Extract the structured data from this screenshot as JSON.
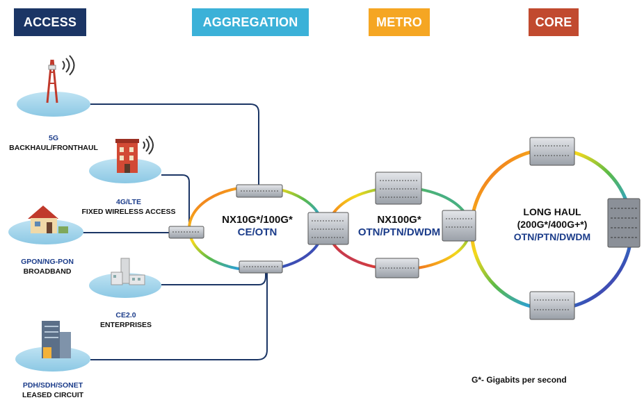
{
  "headers": {
    "access": "ACCESS",
    "aggregation": "AGGREGATION",
    "metro": "METRO",
    "core": "CORE"
  },
  "access_sites": [
    {
      "top": "5G",
      "bottom": "BACKHAUL/FRONTHAUL",
      "icon": "cell-tower-icon"
    },
    {
      "top": "4G/LTE",
      "bottom": "FIXED WIRELESS ACCESS",
      "icon": "building-wireless-icon"
    },
    {
      "top": "GPON/NG-PON",
      "bottom": "BROADBAND",
      "icon": "house-icon"
    },
    {
      "top": "CE2.0",
      "bottom": "ENTERPRISES",
      "icon": "office-complex-icon"
    },
    {
      "top": "PDH/SDH/SONET",
      "bottom": "LEASED CIRCUIT",
      "icon": "office-tower-icon"
    }
  ],
  "rings": {
    "aggregation": {
      "line1": "NX10G*/100G*",
      "line2": "CE/OTN"
    },
    "metro": {
      "line1": "NX100G*",
      "line2": "OTN/PTN/DWDM"
    },
    "core": {
      "line1": "LONG HAUL",
      "line1b": "(200G*/400G+*)",
      "line2": "OTN/PTN/DWDM"
    }
  },
  "footnote": "G*- Gigabits per second",
  "colors": {
    "access": "#1b3565",
    "aggregation": "#3bb1d8",
    "metro": "#f5a623",
    "core": "#c14a2f",
    "link": "#1b3565",
    "disc": "#a9d6ec"
  }
}
